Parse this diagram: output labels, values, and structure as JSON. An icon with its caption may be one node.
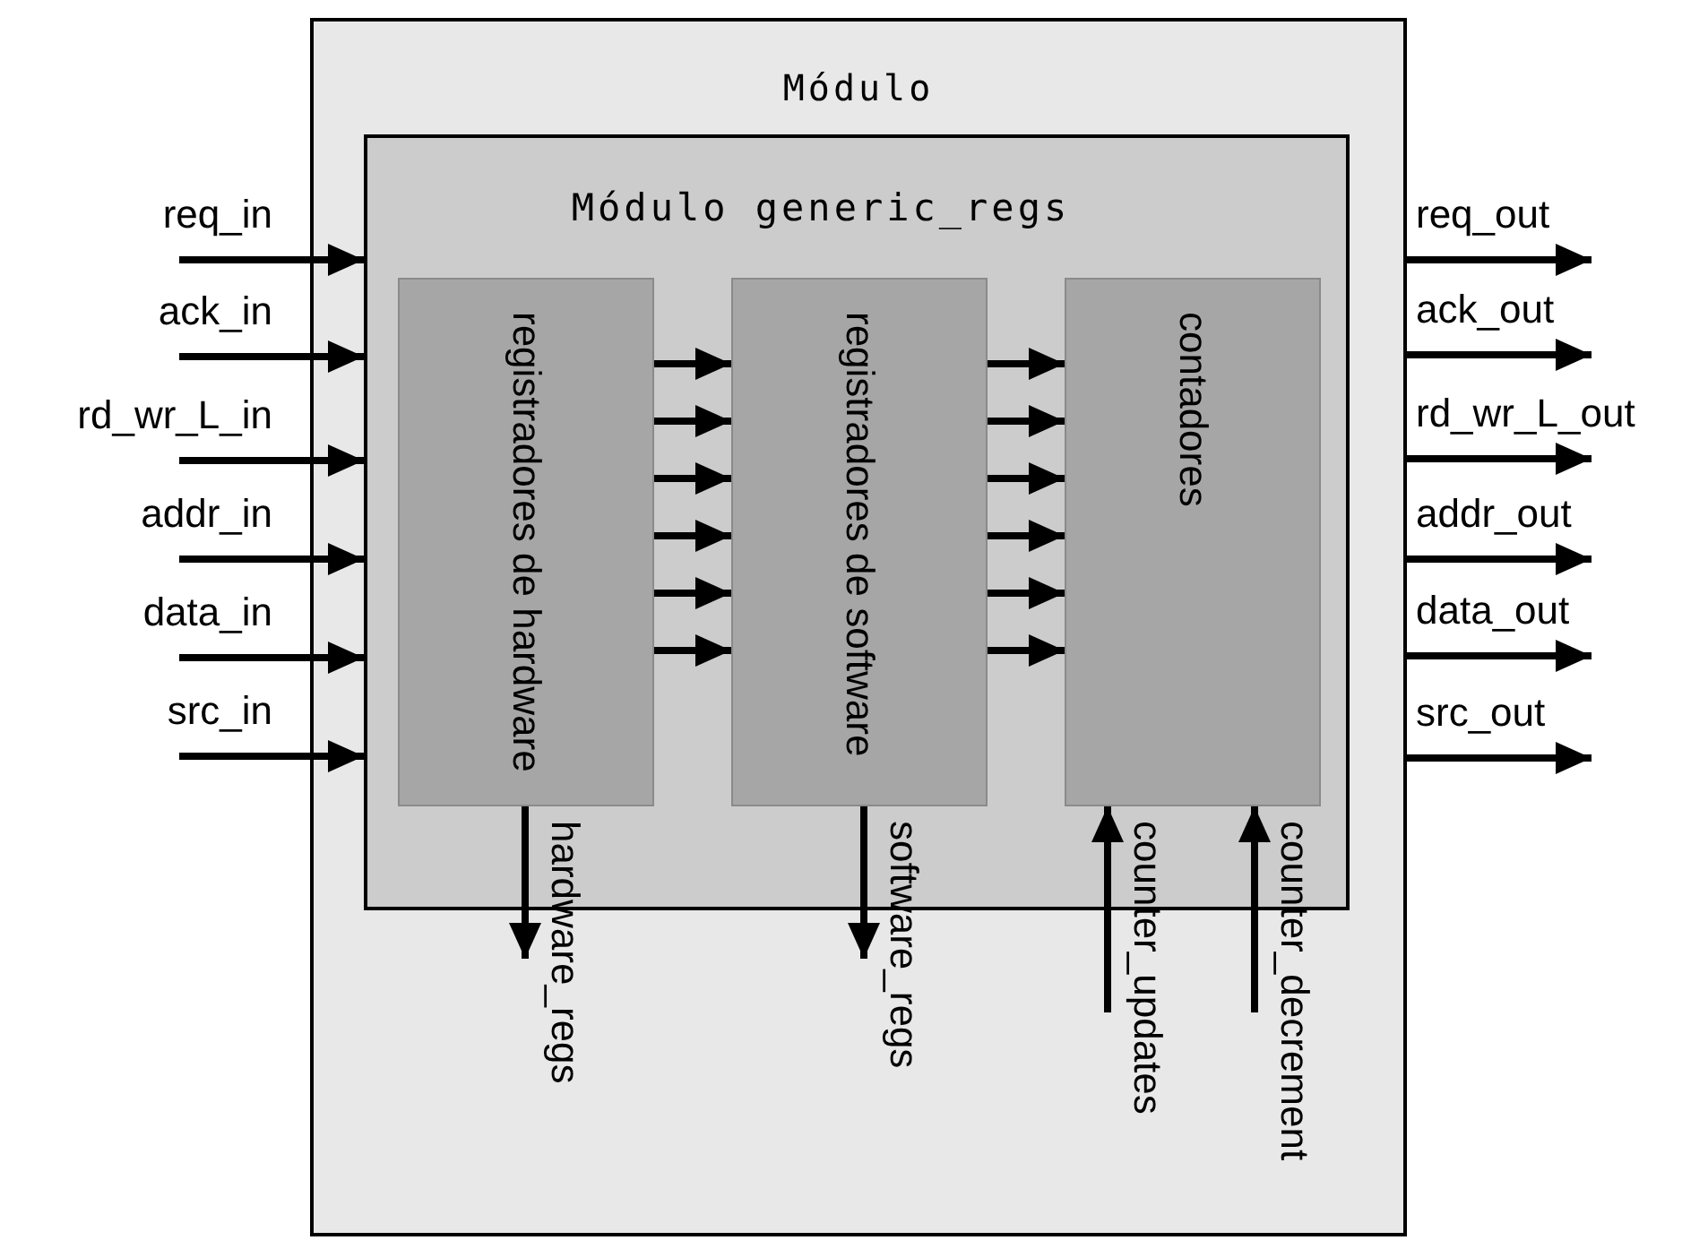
{
  "diagram": {
    "nodes": [
      {
        "text": [
          "Módulo"
        ]
      },
      {
        "text": [
          "Módulo generic_regs"
        ],
        "in": 0
      },
      {
        "text": [
          "registradores de hardware"
        ],
        "in": 1
      },
      {
        "text": [
          "registradores de software"
        ],
        "in": 1
      },
      {
        "text": [
          "contadores"
        ],
        "in": 1
      }
    ],
    "edges": [
      {
        "from": null,
        "to": 1,
        "arrow": "to",
        "label": "req_in"
      },
      {
        "from": null,
        "to": 1,
        "arrow": "to",
        "label": "ack_in"
      },
      {
        "from": null,
        "to": 1,
        "arrow": "to",
        "label": "rd_wr_L_in"
      },
      {
        "from": null,
        "to": 1,
        "arrow": "to",
        "label": "addr_in"
      },
      {
        "from": null,
        "to": 1,
        "arrow": "to",
        "label": "data_in"
      },
      {
        "from": null,
        "to": 1,
        "arrow": "to",
        "label": "src_in"
      },
      {
        "from": 2,
        "to": 3,
        "arrow": "to"
      },
      {
        "from": 2,
        "to": 3,
        "arrow": "to"
      },
      {
        "from": 2,
        "to": 3,
        "arrow": "to"
      },
      {
        "from": 2,
        "to": 3,
        "arrow": "to"
      },
      {
        "from": 2,
        "to": 3,
        "arrow": "to"
      },
      {
        "from": 2,
        "to": 3,
        "arrow": "to"
      },
      {
        "from": 3,
        "to": 4,
        "arrow": "to"
      },
      {
        "from": 3,
        "to": 4,
        "arrow": "to"
      },
      {
        "from": 3,
        "to": 4,
        "arrow": "to"
      },
      {
        "from": 3,
        "to": 4,
        "arrow": "to"
      },
      {
        "from": 3,
        "to": 4,
        "arrow": "to"
      },
      {
        "from": 3,
        "to": 4,
        "arrow": "to"
      },
      {
        "from": 0,
        "to": null,
        "arrow": "to",
        "label": "req_out"
      },
      {
        "from": 0,
        "to": null,
        "arrow": "to",
        "label": "ack_out"
      },
      {
        "from": 0,
        "to": null,
        "arrow": "to",
        "label": "rd_wr_L_out"
      },
      {
        "from": 0,
        "to": null,
        "arrow": "to",
        "label": "addr_out"
      },
      {
        "from": 0,
        "to": null,
        "arrow": "to",
        "label": "data_out"
      },
      {
        "from": 0,
        "to": null,
        "arrow": "to",
        "label": "src_out"
      },
      {
        "from": 2,
        "to": null,
        "arrow": "to",
        "label": "hardware_regs"
      },
      {
        "from": 3,
        "to": null,
        "arrow": "to",
        "label": "software_regs"
      },
      {
        "from": null,
        "to": 4,
        "arrow": "to",
        "label": "counter_updates"
      },
      {
        "from": null,
        "to": 4,
        "arrow": "to",
        "label": "counter_decrement"
      }
    ]
  }
}
